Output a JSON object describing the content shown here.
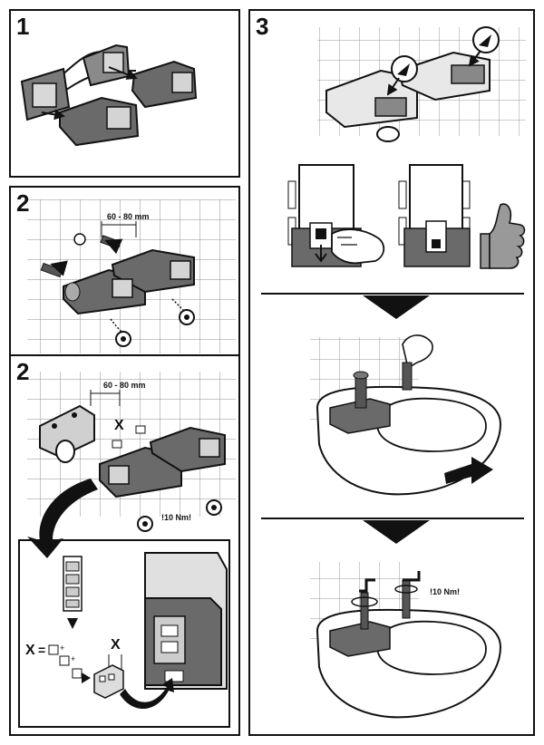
{
  "steps": {
    "step1": {
      "number": "1"
    },
    "step2a": {
      "number": "2",
      "spacing_label": "60 - 80 mm"
    },
    "step2b": {
      "number": "2",
      "spacing_label": "60 - 80 mm",
      "x_label": "X",
      "torque_label": "10 Nm"
    },
    "step3": {
      "number": "3",
      "torque_label": "10 Nm"
    }
  },
  "detail": {
    "formula_x": "X",
    "formula_eq": "=",
    "gap_x": "X"
  },
  "colors": {
    "stroke": "#111111",
    "module_fill": "#6e6e6e",
    "module_light": "#cfcfcf",
    "arrow_fill": "#1a1a1a"
  }
}
